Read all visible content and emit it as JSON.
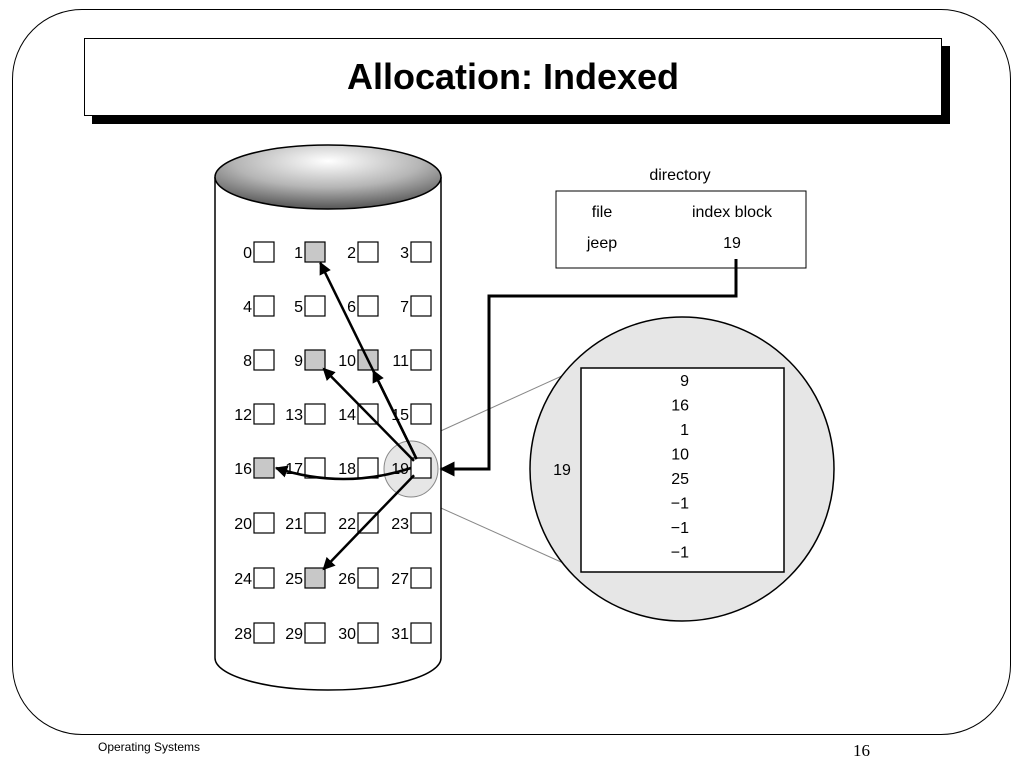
{
  "slide": {
    "title": "Allocation: Indexed",
    "footer_left": "Operating Systems",
    "page_number": "16"
  },
  "disk": {
    "blocks": [
      {
        "n": "0",
        "filled": false
      },
      {
        "n": "1",
        "filled": true
      },
      {
        "n": "2",
        "filled": false
      },
      {
        "n": "3",
        "filled": false
      },
      {
        "n": "4",
        "filled": false
      },
      {
        "n": "5",
        "filled": false
      },
      {
        "n": "6",
        "filled": false
      },
      {
        "n": "7",
        "filled": false
      },
      {
        "n": "8",
        "filled": false
      },
      {
        "n": "9",
        "filled": true
      },
      {
        "n": "10",
        "filled": true
      },
      {
        "n": "11",
        "filled": false
      },
      {
        "n": "12",
        "filled": false
      },
      {
        "n": "13",
        "filled": false
      },
      {
        "n": "14",
        "filled": false
      },
      {
        "n": "15",
        "filled": false
      },
      {
        "n": "16",
        "filled": true
      },
      {
        "n": "17",
        "filled": false
      },
      {
        "n": "18",
        "filled": false
      },
      {
        "n": "19",
        "filled": false
      },
      {
        "n": "20",
        "filled": false
      },
      {
        "n": "21",
        "filled": false
      },
      {
        "n": "22",
        "filled": false
      },
      {
        "n": "23",
        "filled": false
      },
      {
        "n": "24",
        "filled": false
      },
      {
        "n": "25",
        "filled": true
      },
      {
        "n": "26",
        "filled": false
      },
      {
        "n": "27",
        "filled": false
      },
      {
        "n": "28",
        "filled": false
      },
      {
        "n": "29",
        "filled": false
      },
      {
        "n": "30",
        "filled": false
      },
      {
        "n": "31",
        "filled": false
      }
    ],
    "index_block": 19,
    "pointers_to": [
      9,
      16,
      1,
      10,
      25
    ]
  },
  "directory": {
    "title": "directory",
    "header_file": "file",
    "header_index": "index block",
    "file": "jeep",
    "index_block": "19"
  },
  "zoom": {
    "label": "19",
    "entries": [
      "9",
      "16",
      "1",
      "10",
      "25",
      "−1",
      "−1",
      "−1"
    ]
  },
  "colors": {
    "filled_block": "#c8c8c8",
    "zoom_fill": "#e6e6e6",
    "disk_top_dark": "#555555",
    "disk_top_light": "#ffffff"
  }
}
